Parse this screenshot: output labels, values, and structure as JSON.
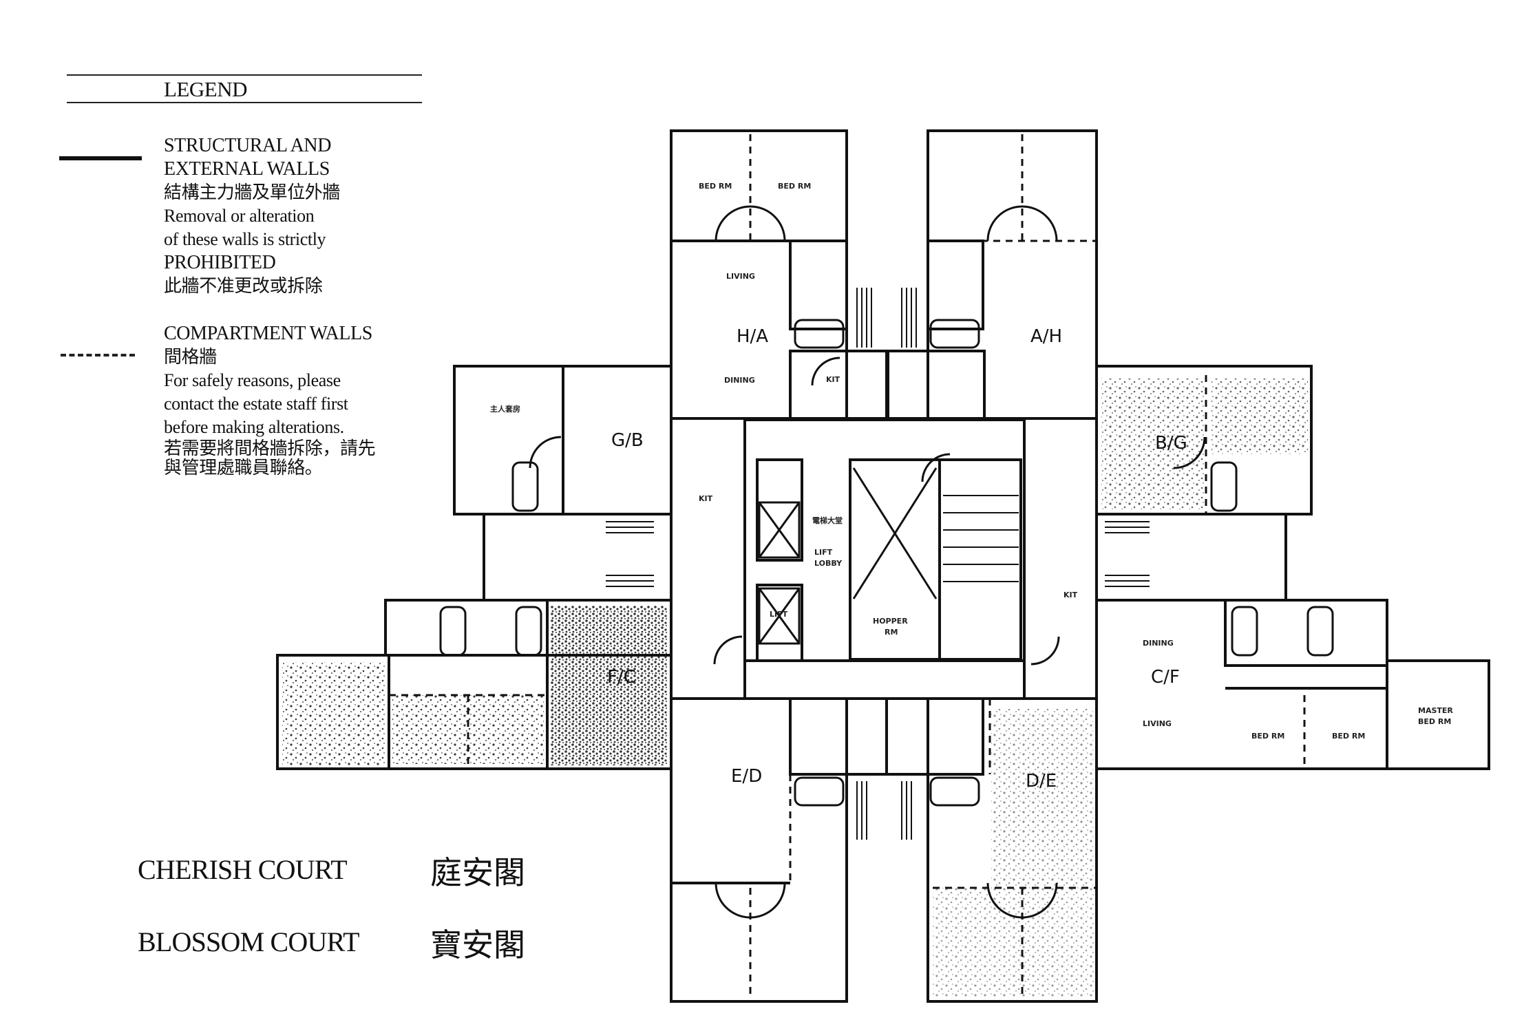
{
  "legend": {
    "title": "LEGEND",
    "structural": {
      "lines": [
        "STRUCTURAL AND",
        "EXTERNAL WALLS",
        "結構主力牆及單位外牆",
        "Removal or alteration",
        "of these walls is strictly",
        "PROHIBITED",
        "此牆不准更改或拆除"
      ]
    },
    "compartment": {
      "lines": [
        "COMPARTMENT WALLS",
        "間格牆",
        "For safely reasons, please",
        "contact the estate staff first",
        "before making alterations.",
        "若需要將間格牆拆除，請先",
        "與管理處職員聯絡。"
      ]
    }
  },
  "courts": [
    {
      "name_en": "CHERISH COURT",
      "name_zh": "庭安閣"
    },
    {
      "name_en": "BLOSSOM COURT",
      "name_zh": "寶安閣"
    }
  ],
  "plan": {
    "units": {
      "ha": "H/A",
      "ah": "A/H",
      "gb": "G/B",
      "bg": "B/G",
      "fc": "F/C",
      "cf": "C/F",
      "ed": "E/D",
      "de": "D/E"
    },
    "rooms": {
      "bed_rm_1": "BED RM",
      "bed_rm_2": "BED RM",
      "living_1": "LIVING",
      "dining_1": "DINING",
      "kit_1": "KIT",
      "dining_cf": "DINING",
      "living_cf": "LIVING",
      "bed_rm_cf_1": "BED RM",
      "bed_rm_cf_2": "BED RM",
      "master_1": "MASTER",
      "master_2": "BED RM",
      "kit_2": "KIT",
      "kit_3": "KIT",
      "lift_1": "LIFT",
      "lift_lobby_1": "LIFT",
      "lift_lobby_2": "LOBBY",
      "hopper_1": "HOPPER",
      "hopper_2": "RM",
      "servant_rm": "主人套房",
      "lift_zh": "電梯大堂"
    }
  }
}
